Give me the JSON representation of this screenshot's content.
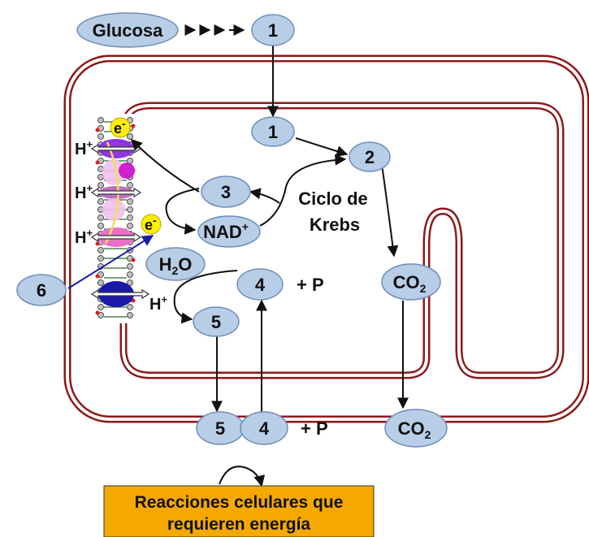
{
  "labels": {
    "glucosa": "Glucosa",
    "n1_top": "1",
    "n1_inner": "1",
    "n2": "2",
    "n3": "3",
    "n4_inner": "4",
    "n5_inner": "5",
    "n5_outer": "5",
    "n4_outer": "4",
    "n6": "6",
    "nad": "NAD",
    "nad_sup": "+",
    "h2o_h": "H",
    "h2o_sub": "2",
    "h2o_o": "O",
    "co2_inner_c": "CO",
    "co2_inner_sub": "2",
    "co2_outer_c": "CO",
    "co2_outer_sub": "2",
    "ciclo_line1": "Ciclo de",
    "ciclo_line2": "Krebs",
    "plus_p_inner": "+ P",
    "plus_p_outer": "+ P",
    "h_plus_1": "H",
    "h_plus_2": "H",
    "h_plus_3": "H",
    "h_plus_4": "H",
    "plus_sign": "+",
    "e_minus_1": "e",
    "e_minus_2": "e",
    "minus_sign": "-",
    "box_line1": "Reacciones celulares que",
    "box_line2": "requieren energía"
  },
  "colors": {
    "node_fill": "#b8cde6",
    "node_stroke": "#6f8fb8",
    "membrane": "#8b1a1a",
    "box_fill": "#f5a800",
    "electron": "#ffee00",
    "blue_line": "#1a1aa8"
  }
}
